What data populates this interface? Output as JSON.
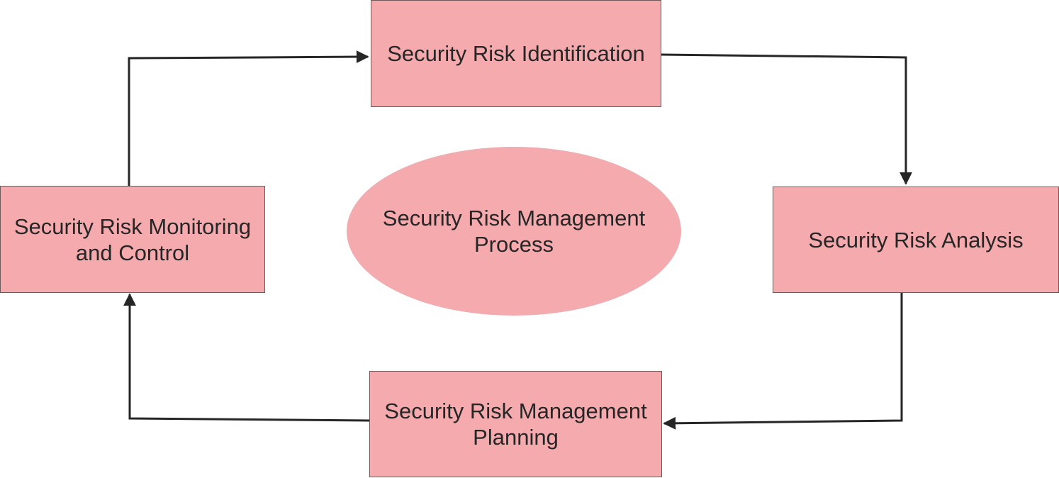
{
  "diagram": {
    "center": {
      "label": "Security Risk Management\nProcess"
    },
    "steps": [
      {
        "id": "identification",
        "label": "Security Risk Identification"
      },
      {
        "id": "analysis",
        "label": "Security Risk Analysis"
      },
      {
        "id": "planning",
        "label": "Security Risk Management\nPlanning"
      },
      {
        "id": "monitoring",
        "label": "Security Risk Monitoring\nand Control"
      }
    ],
    "flow": [
      {
        "from": "monitoring",
        "to": "identification"
      },
      {
        "from": "identification",
        "to": "analysis"
      },
      {
        "from": "analysis",
        "to": "planning"
      },
      {
        "from": "planning",
        "to": "monitoring"
      }
    ],
    "colors": {
      "node_fill": "#f5aaae",
      "node_border": "#6e5a5a",
      "ellipse_border": "#efadb1",
      "arrow": "#262626",
      "text": "#262626"
    }
  }
}
